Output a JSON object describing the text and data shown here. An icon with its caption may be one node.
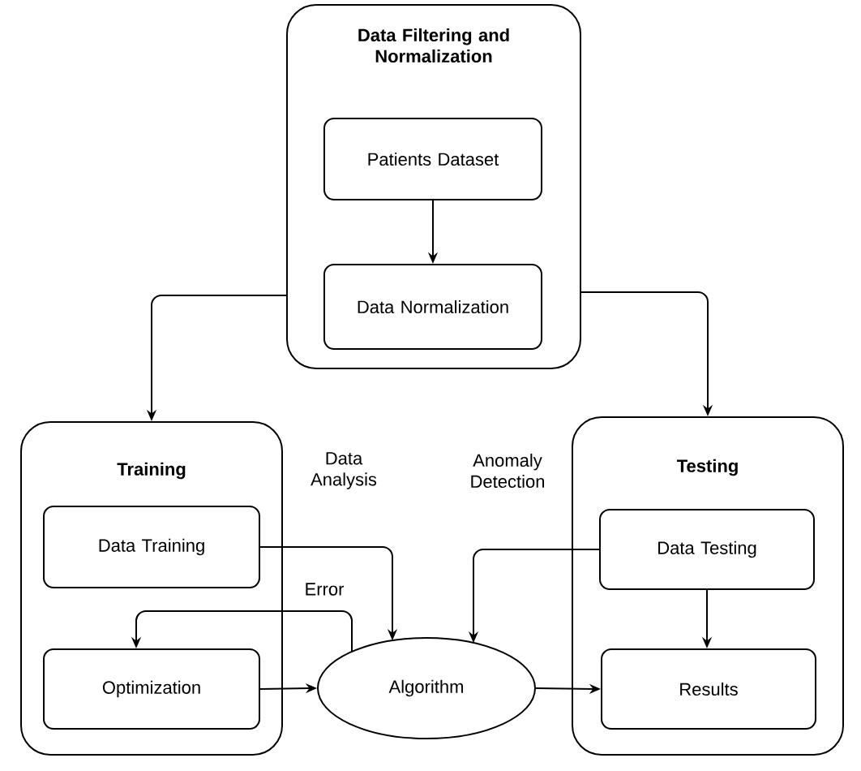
{
  "diagram": {
    "nodes": [
      {
        "text": [
          "Data Filtering and Normalization"
        ]
      },
      {
        "text": [
          "Patients Dataset"
        ],
        "in": 0
      },
      {
        "text": [
          "Data Normalization"
        ],
        "in": 0
      },
      {
        "text": [
          "Training"
        ]
      },
      {
        "text": [
          "Data Training"
        ],
        "in": 3
      },
      {
        "text": [
          "Optimization"
        ],
        "in": 3
      },
      {
        "text": [
          "Testing"
        ]
      },
      {
        "text": [
          "Data Testing"
        ],
        "in": 6
      },
      {
        "text": [
          "Results"
        ],
        "in": 6
      },
      {
        "text": [
          "Algorithm"
        ]
      }
    ],
    "edges": [
      {
        "from": 1,
        "to": 2,
        "arrow": "to"
      },
      {
        "from": 0,
        "to": 3,
        "arrow": "to"
      },
      {
        "from": 0,
        "to": 6,
        "arrow": "to"
      },
      {
        "from": 4,
        "to": 9,
        "arrow": "to",
        "label": "Data Analysis"
      },
      {
        "from": 7,
        "to": 9,
        "arrow": "to",
        "label": "Anomaly Detection"
      },
      {
        "from": 9,
        "to": 5,
        "arrow": "to",
        "label": "Error"
      },
      {
        "from": 5,
        "to": 9,
        "arrow": "to"
      },
      {
        "from": 9,
        "to": 8,
        "arrow": "to"
      },
      {
        "from": 7,
        "to": 8,
        "arrow": "to"
      }
    ]
  }
}
